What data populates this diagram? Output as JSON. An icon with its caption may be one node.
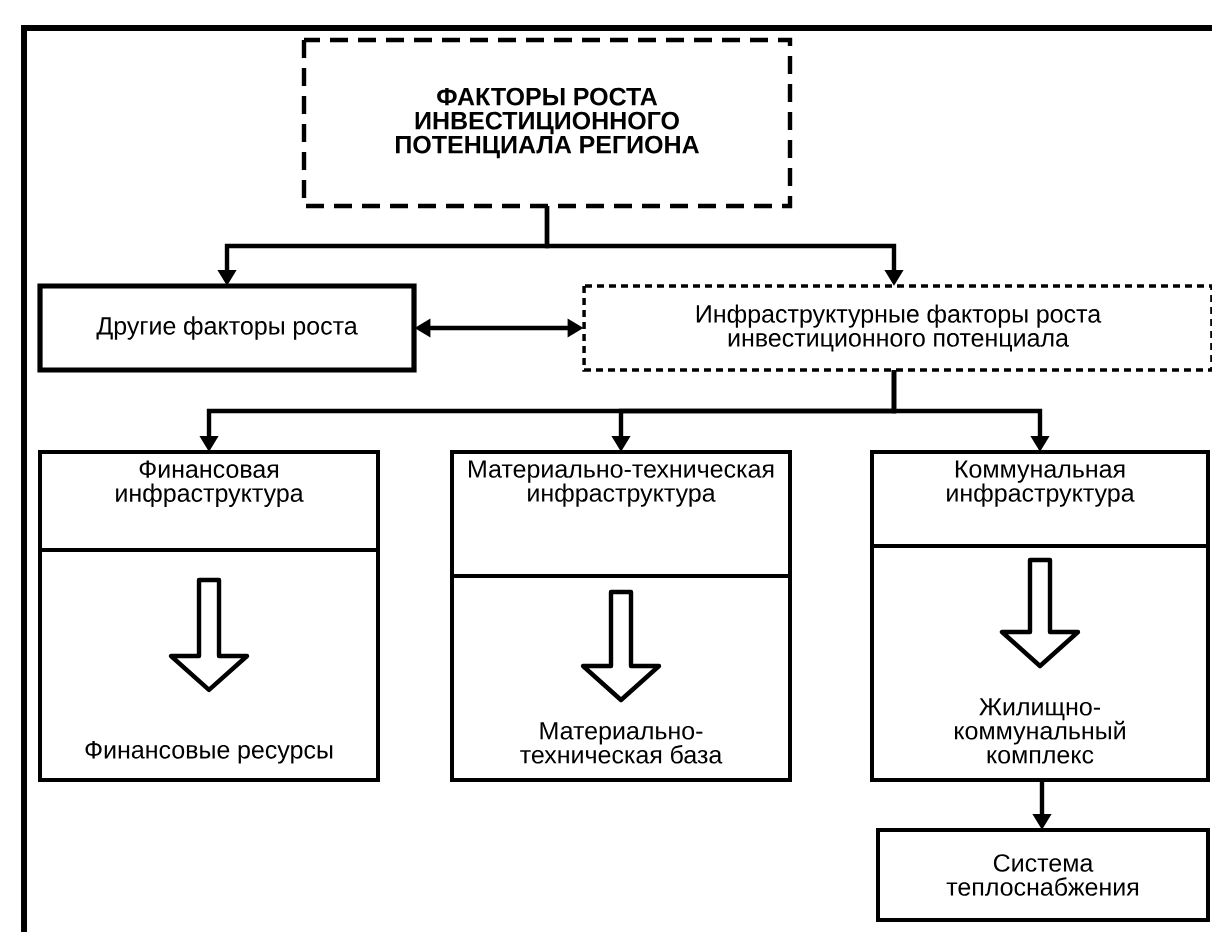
{
  "diagram": {
    "nodes": [
      {
        "text": [
          "ФАКТОРЫ РОСТА ИНВЕСТИЦИОННОГО ПОТЕНЦИАЛА РЕГИОНА"
        ]
      },
      {
        "text": [
          "Другие факторы роста"
        ]
      },
      {
        "text": [
          "Инфраструктурные факторы роста инвестиционного потенциала"
        ]
      },
      {
        "text": [
          "Финансовая инфраструктура"
        ]
      },
      {
        "text": [
          "Финансовые ресурсы"
        ]
      },
      {
        "text": [
          "Материально-техническая инфраструктура"
        ]
      },
      {
        "text": [
          "Материально-техническая база"
        ]
      },
      {
        "text": [
          "Коммунальная инфраструктура"
        ]
      },
      {
        "text": [
          "Жилищно-коммунальный комплекс"
        ]
      },
      {
        "text": [
          "Система теплоснабжения"
        ]
      }
    ],
    "edges": [
      {
        "from": 0,
        "to": 1,
        "arrow": "to"
      },
      {
        "from": 0,
        "to": 2,
        "arrow": "to"
      },
      {
        "from": 1,
        "to": 2,
        "arrow": "both"
      },
      {
        "from": 2,
        "to": 3,
        "arrow": "to"
      },
      {
        "from": 2,
        "to": 5,
        "arrow": "to"
      },
      {
        "from": 2,
        "to": 7,
        "arrow": "to"
      },
      {
        "from": 3,
        "to": 4,
        "arrow": "to",
        "style": "thick"
      },
      {
        "from": 5,
        "to": 6,
        "arrow": "to",
        "style": "thick"
      },
      {
        "from": 7,
        "to": 8,
        "arrow": "to",
        "style": "thick"
      },
      {
        "from": 8,
        "to": 9,
        "arrow": "to"
      }
    ]
  }
}
